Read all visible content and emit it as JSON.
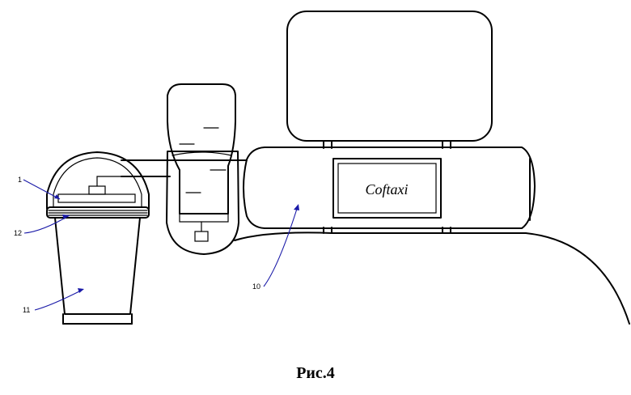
{
  "caption": "Рис.4",
  "logo_text": "Coftaxi",
  "references": {
    "lid_dome": "1",
    "cup": "11",
    "lid_ring": "12",
    "headrest_body": "10"
  }
}
